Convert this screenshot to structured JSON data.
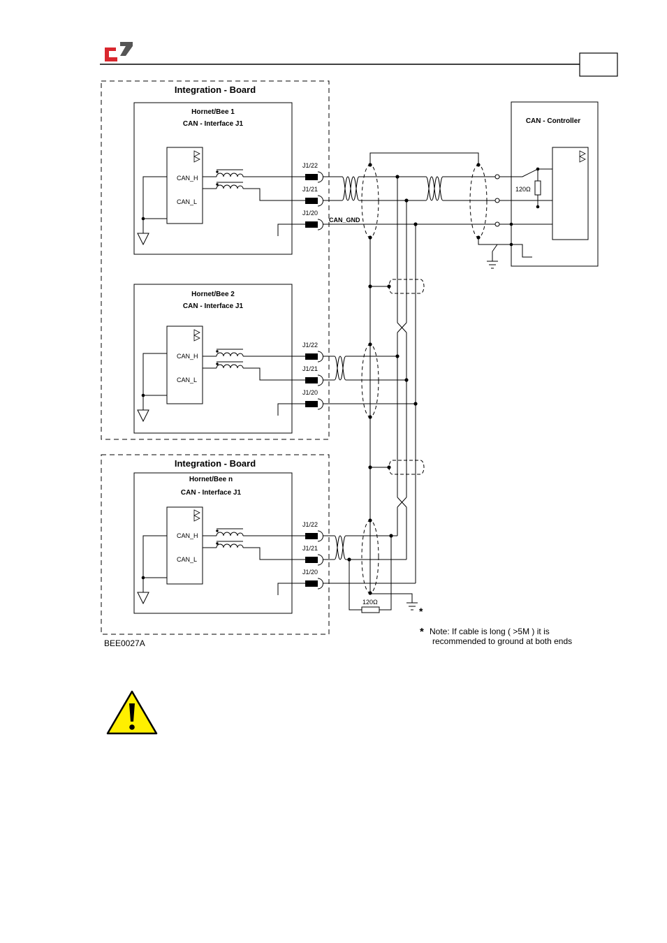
{
  "header": {
    "logo_icon": "company-logo",
    "page_box": ""
  },
  "colors": {
    "logo_red": "#d9272e",
    "logo_grey": "#555555",
    "warning_yellow": "#ffef00"
  },
  "boards": {
    "top_title": "Integration - Board",
    "bottom_title": "Integration - Board"
  },
  "drives": [
    {
      "name": "Hornet/Bee 1",
      "interface": "CAN -  Interface J1",
      "can_h": "CAN_H",
      "can_l": "CAN_L",
      "pins": [
        "J1/22",
        "J1/21",
        "J1/20"
      ]
    },
    {
      "name": "Hornet/Bee 2",
      "interface": "CAN -  Interface J1",
      "can_h": "CAN_H",
      "can_l": "CAN_L",
      "pins": [
        "J1/22",
        "J1/21",
        "J1/20"
      ]
    },
    {
      "name": "Hornet/Bee n",
      "interface": "CAN -  Interface J1",
      "can_h": "CAN_H",
      "can_l": "CAN_L",
      "pins": [
        "J1/22",
        "J1/21",
        "J1/20"
      ]
    }
  ],
  "controller": {
    "title": "CAN -  Controller",
    "resistor": "120Ω"
  },
  "can_gnd_label": "CAN_GND",
  "end_resistor": "120Ω",
  "figure_code": "BEE0027A",
  "note": {
    "star": "*",
    "line1": "Note: If cable is long ( >5M ) it is",
    "line2": "recommended to ground at both ends"
  },
  "warning_icon": "warning-triangle-icon"
}
